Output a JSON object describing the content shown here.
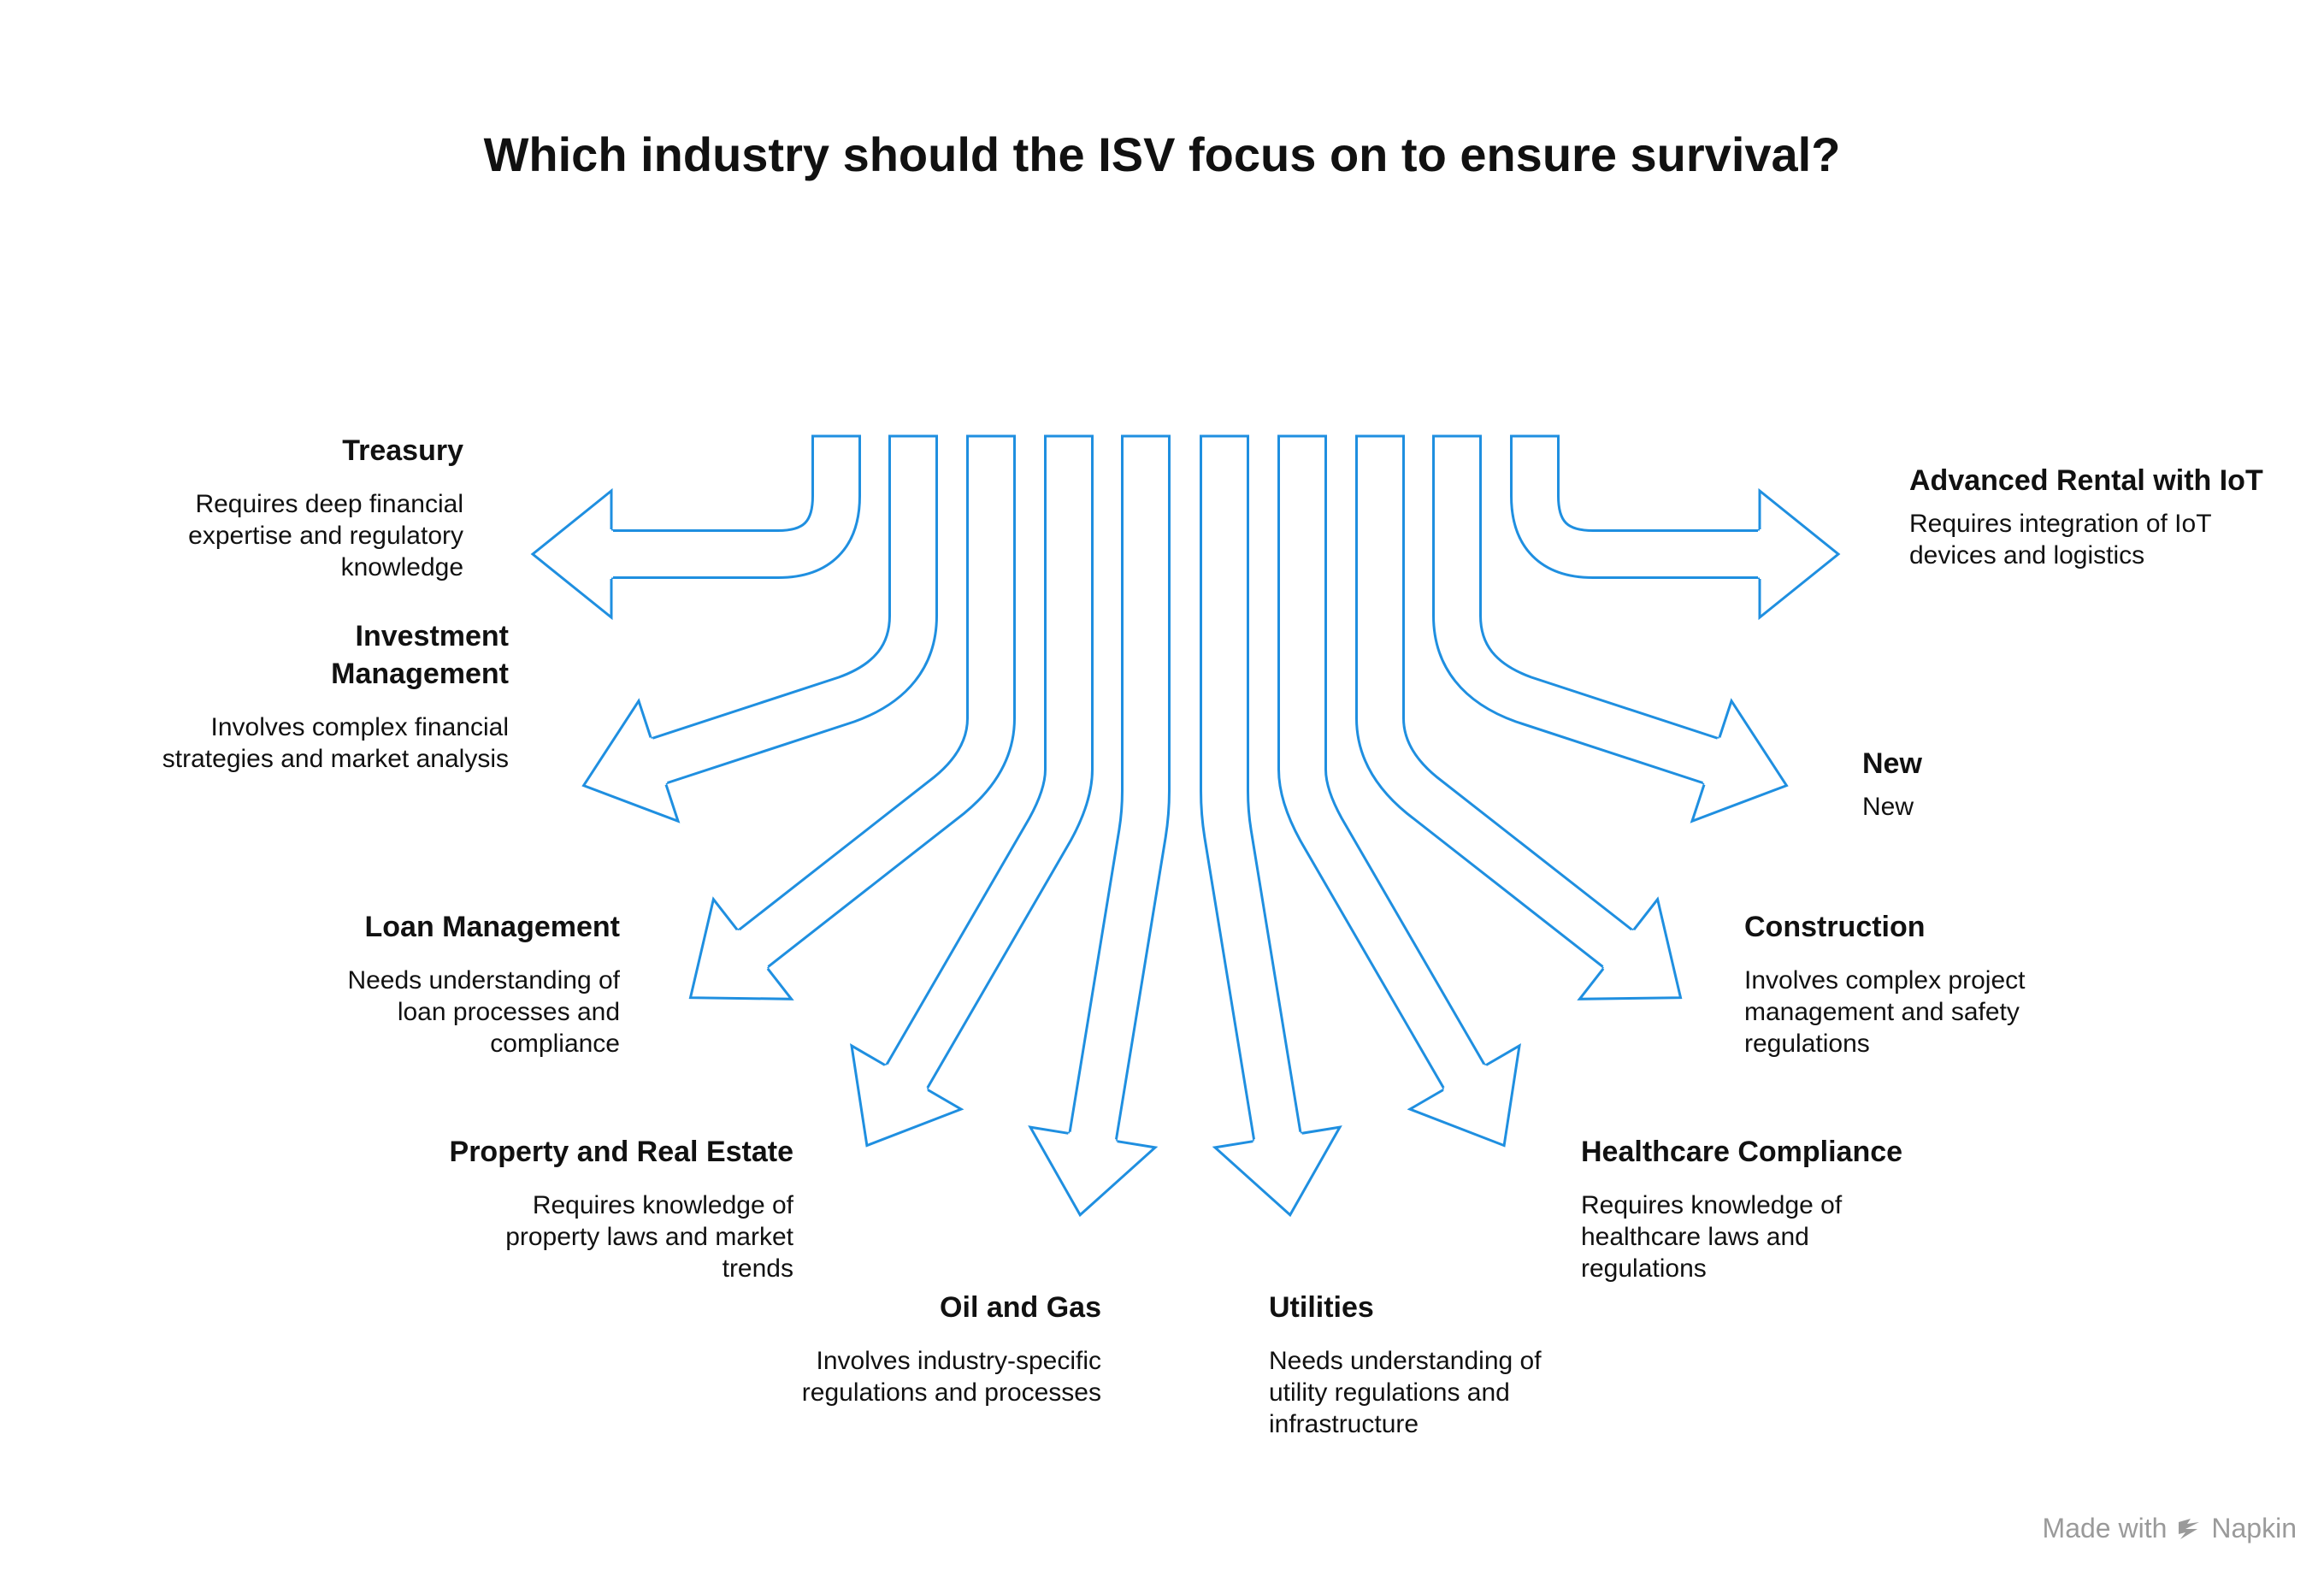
{
  "title": "Which industry should the ISV focus on to ensure survival?",
  "colors": {
    "arrow_stroke": "#1f8fe0",
    "text": "#111111",
    "footer": "#9a9a9a"
  },
  "items": [
    {
      "title": "Treasury",
      "description": "Requires deep financial expertise and regulatory knowledge"
    },
    {
      "title": "Investment Management",
      "description": "Involves complex financial strategies and market analysis"
    },
    {
      "title": "Loan Management",
      "description": "Needs understanding of loan processes and compliance"
    },
    {
      "title": "Property and Real Estate",
      "description": "Requires knowledge of property laws and market trends"
    },
    {
      "title": "Oil and Gas",
      "description": "Involves industry-specific regulations and processes"
    },
    {
      "title": "Utilities",
      "description": "Needs understanding of utility regulations and infrastructure"
    },
    {
      "title": "Healthcare Compliance",
      "description": "Requires knowledge of healthcare laws and regulations"
    },
    {
      "title": "Construction",
      "description": "Involves complex project management and safety regulations"
    },
    {
      "title": "New",
      "description": "New"
    },
    {
      "title": "Advanced Rental with IoT",
      "description": "Requires integration of IoT devices and logistics"
    }
  ],
  "footer": {
    "made_with": "Made with",
    "brand": "Napkin",
    "icon": "napkin-logo-icon"
  }
}
